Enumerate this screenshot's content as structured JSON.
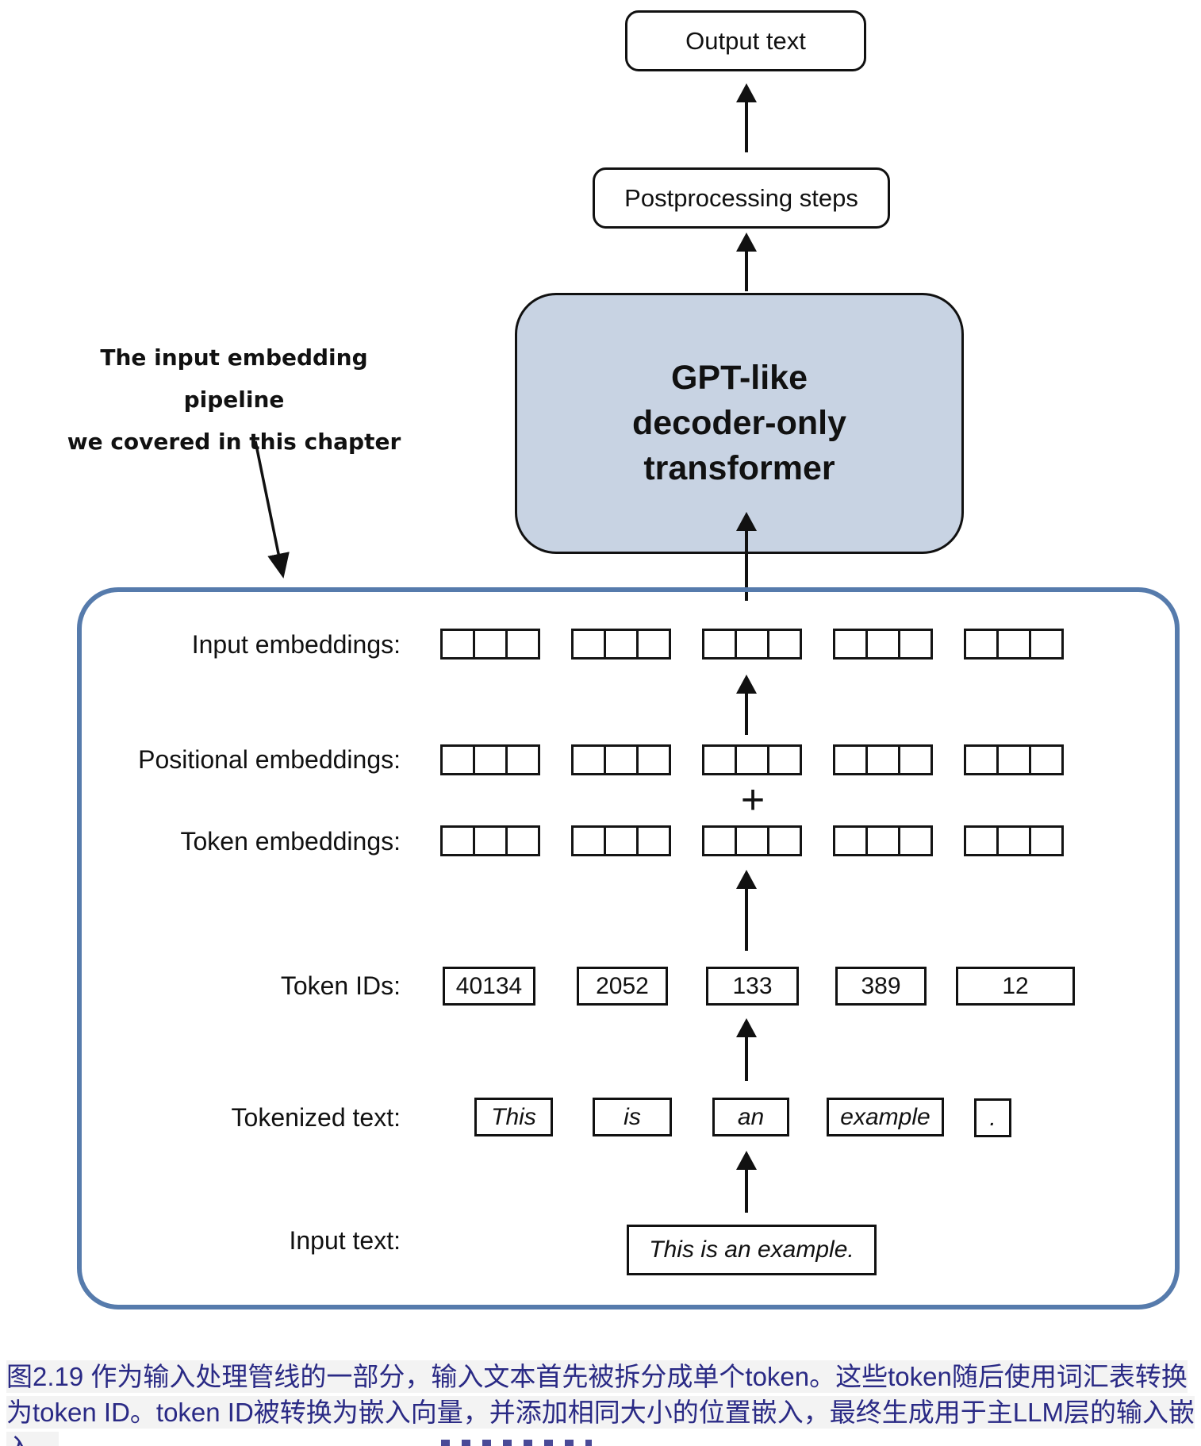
{
  "flow": {
    "output_text": "Output text",
    "postprocessing_steps": "Postprocessing steps",
    "transformer": {
      "line1": "GPT-like",
      "line2": "decoder-only",
      "line3": "transformer"
    }
  },
  "annotation": {
    "line1": "The input embedding pipeline",
    "line2": "we covered in this chapter"
  },
  "pipeline": {
    "plus": "+",
    "labels": {
      "input_embeddings": "Input embeddings:",
      "positional_embeddings": "Positional embeddings:",
      "token_embeddings": "Token embeddings:",
      "token_ids": "Token IDs:",
      "tokenized_text": "Tokenized text:",
      "input_text": "Input text:"
    },
    "token_ids": [
      "40134",
      "2052",
      "133",
      "389",
      "12"
    ],
    "tokens": [
      "This",
      "is",
      "an",
      "example",
      "."
    ],
    "input_sentence": "This is an example."
  },
  "caption": {
    "text": "图2.19 作为输入处理管线的一部分，输入文本首先被拆分成单个token。这些token随后使用词汇表转换为token ID。token ID被转换为嵌入向量，并添加相同大小的位置嵌入，最终生成用于主LLM层的输入嵌入。"
  },
  "colors": {
    "transformer_fill": "#c8d3e3",
    "container_border": "#567bac",
    "caption_text": "#2a2a85",
    "stroke": "#111111"
  }
}
